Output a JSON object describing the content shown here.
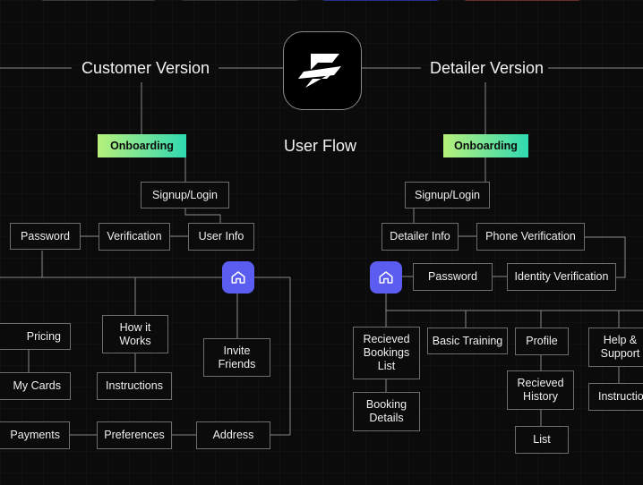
{
  "colors": {
    "background": "#0b0b0c",
    "line": "#8a8a8a",
    "node_border": "#6d6d6d",
    "onboarding_gradient": [
      "#b6f07a",
      "#2fd9b0"
    ],
    "home_button": "#5b5df0"
  },
  "title": "User Flow",
  "logo": {
    "icon": "brand-logo-icon"
  },
  "customer": {
    "header": "Customer Version",
    "onboarding": "Onboarding",
    "signup": "Signup/Login",
    "verification": "Verification",
    "password": "Password",
    "user_info": "User Info",
    "home_icon": "home-icon",
    "pricing": "Pricing",
    "my_cards": "My Cards",
    "payments": "Payments",
    "how_it_works": "How it\nWorks",
    "instructions": "Instructions",
    "preferences": "Preferences",
    "invite_friends": "Invite\nFriends",
    "address": "Address"
  },
  "detailer": {
    "header": "Detailer Version",
    "onboarding": "Onboarding",
    "signup": "Signup/Login",
    "detailer_info": "Detailer Info",
    "phone_verification": "Phone Verification",
    "password": "Password",
    "identity_verification": "Identity Verification",
    "home_icon": "home-icon",
    "received_bookings_list": "Recieved\nBookings\nList",
    "booking_details": "Booking\nDetails",
    "basic_training": "Basic Training",
    "profile": "Profile",
    "received_history": "Recieved\nHistory",
    "list": "List",
    "help_support": "Help &\nSupport",
    "instructions": "Instructions"
  }
}
